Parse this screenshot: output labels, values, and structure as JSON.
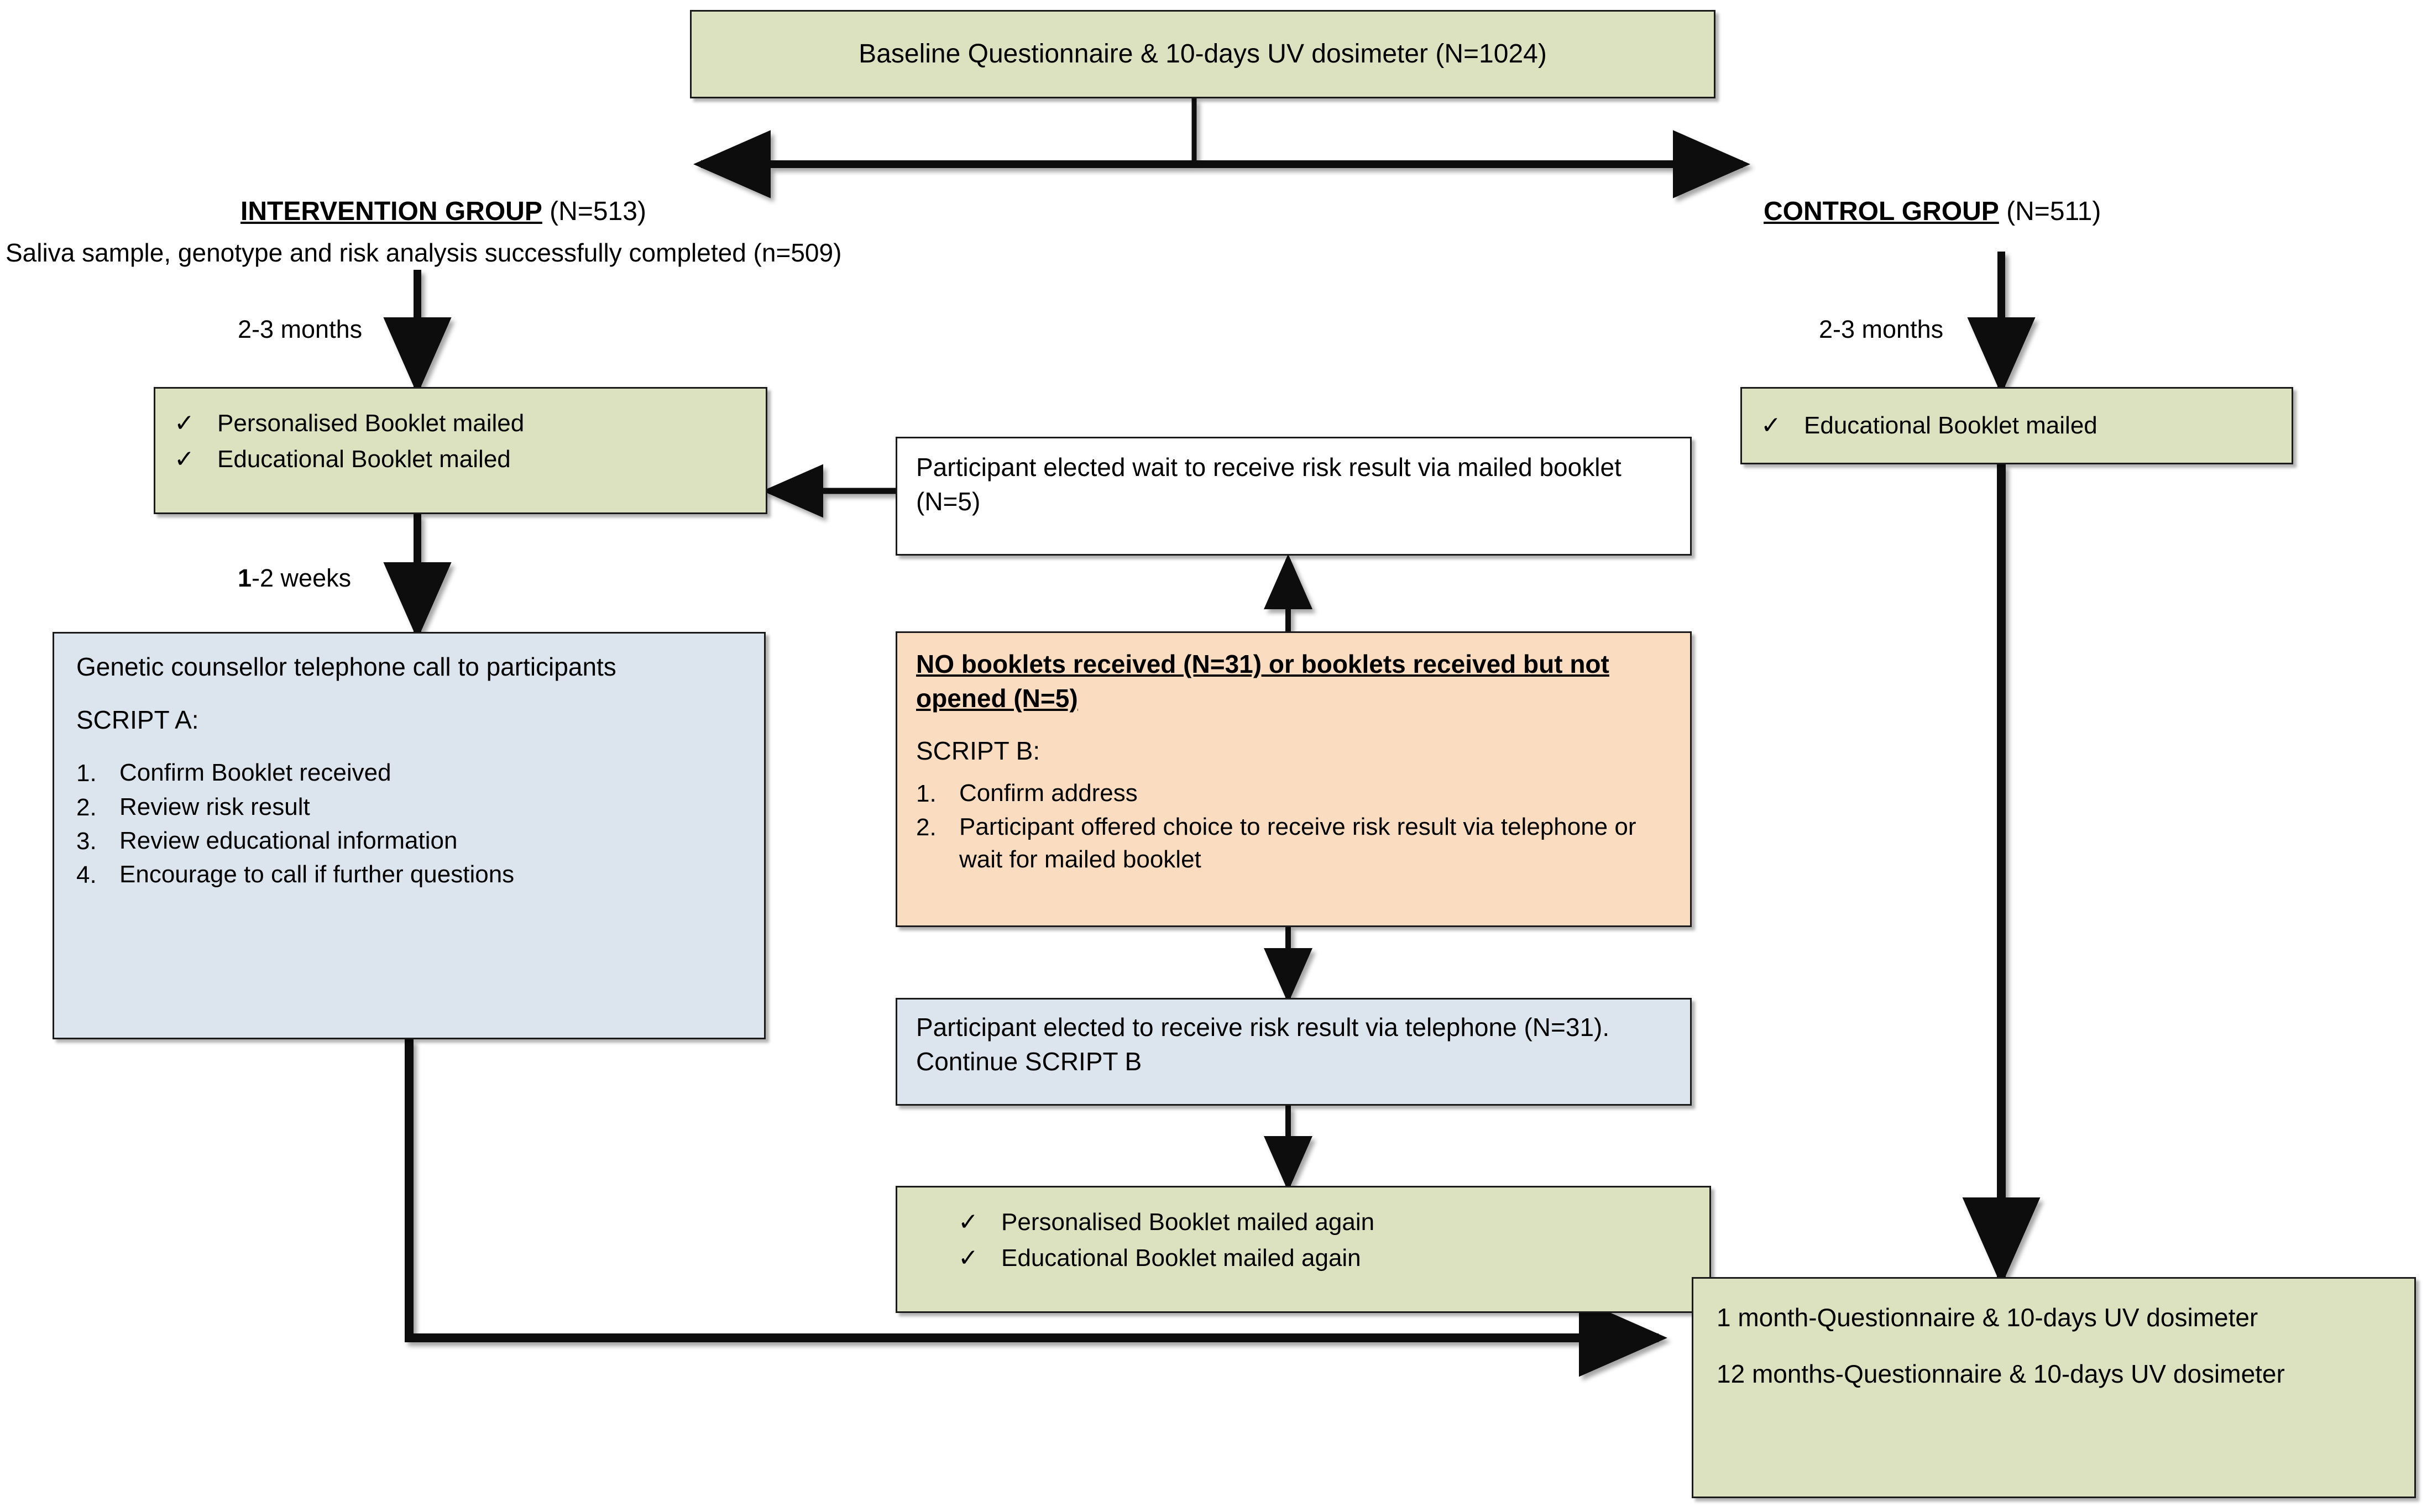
{
  "diagram": {
    "title": "Study flow diagram: intervention and control group randomisation and follow-up",
    "colors": {
      "green": "#dce2bf",
      "blue": "#dce4ee",
      "orange": "#fadcc0",
      "white": "#ffffff",
      "border": "#1a1a1a",
      "red_arrow": "#c0504d"
    }
  },
  "baseline": {
    "label": "Baseline Questionnaire & 10-days UV dosimeter (N=1024)"
  },
  "intervention": {
    "group_title": "INTERVENTION GROUP",
    "group_count": " (N=513)",
    "subtitle": "Saliva sample, genotype and risk analysis successfully completed (n=509)",
    "timing_months": "2-3 months",
    "timing_weeks_bold": "1",
    "timing_weeks_rest": "-2 weeks",
    "booklet_box": {
      "check": "✓",
      "items": [
        "Personalised Booklet mailed",
        "Educational Booklet mailed"
      ]
    },
    "script_a": {
      "intro": "Genetic counsellor telephone call to participants",
      "script_label": "SCRIPT A:",
      "steps": [
        {
          "num": "1.",
          "text": "Confirm Booklet received"
        },
        {
          "num": "2.",
          "text": "Review risk result"
        },
        {
          "num": "3.",
          "text": "Review educational information"
        },
        {
          "num": "4.",
          "text": "Encourage to call if further questions"
        }
      ]
    }
  },
  "control": {
    "group_title": "CONTROL GROUP",
    "group_count": " (N=511)",
    "timing_months": "2-3 months",
    "booklet_box": {
      "check": "✓",
      "items": [
        "Educational Booklet mailed"
      ]
    }
  },
  "middle": {
    "wait_box": {
      "text": "Participant elected wait to receive risk result via mailed booklet (N=5)"
    },
    "script_b": {
      "heading": "NO booklets received (N=31) or booklets received but not opened (N=5)",
      "script_label": "SCRIPT B:",
      "steps": [
        {
          "num": "1.",
          "text": "Confirm address"
        },
        {
          "num": "2.",
          "text": "Participant offered choice to receive risk result via telephone or wait for mailed booklet"
        }
      ]
    },
    "telephone_box": {
      "text": "Participant elected to receive risk result via telephone (N=31). Continue SCRIPT B"
    },
    "remailed_box": {
      "check": "✓",
      "items": [
        "Personalised Booklet mailed again",
        "Educational Booklet mailed again"
      ]
    }
  },
  "followup": {
    "line1": "1 month-Questionnaire & 10-days UV dosimeter",
    "line2": "12 months-Questionnaire & 10-days UV dosimeter"
  }
}
